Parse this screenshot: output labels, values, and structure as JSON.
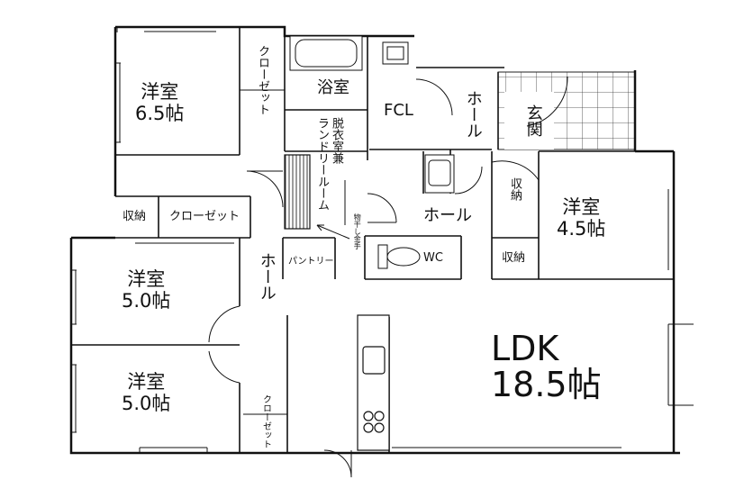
{
  "rooms": {
    "western_65": {
      "name": "洋室",
      "area": "6.5帖"
    },
    "closet_top": "クローゼット",
    "bath": "浴室",
    "fcl": "FCL",
    "hall_top": "ホール",
    "entrance": "玄関",
    "dressing": "脱衣室兼",
    "laundry": "ランドリールーム",
    "drying_rack": "物干し金手",
    "storage_right": "収納",
    "western_45": {
      "name": "洋室",
      "area": "4.5帖"
    },
    "hall_mid": "ホール",
    "storage_left": "収納",
    "closet_mid": "クローゼット",
    "pantry": "パントリー",
    "wc": "WC",
    "storage_right_low": "収納",
    "western_50a": {
      "name": "洋室",
      "area": "5.0帖"
    },
    "hall_left": "ホール",
    "ldk": {
      "name": "LDK",
      "area": "18.5帖"
    },
    "western_50b": {
      "name": "洋室",
      "area": "5.0帖"
    },
    "closet_bottom": "クローゼット"
  }
}
